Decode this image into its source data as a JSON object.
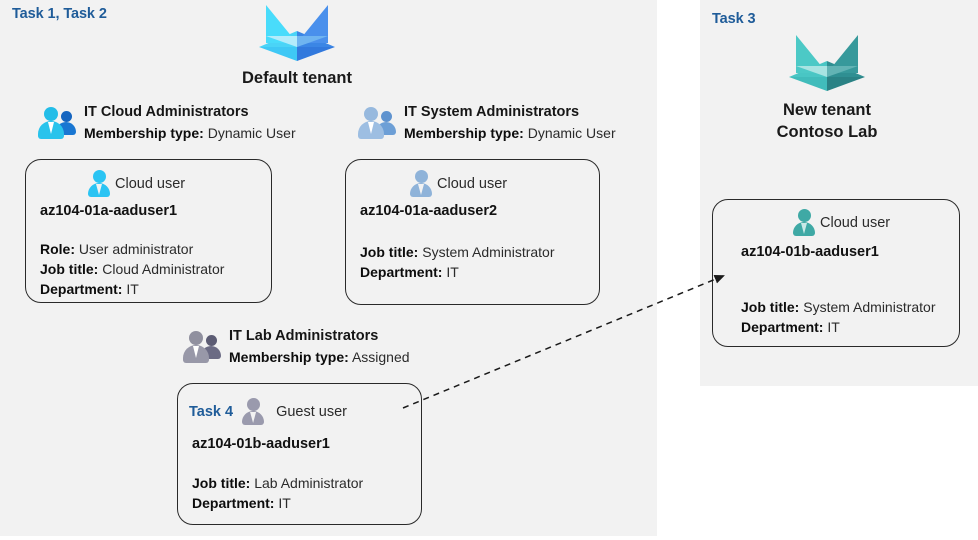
{
  "diagram": {
    "title": "Azure AD tenants, groups and users lab diagram",
    "colors": {
      "panel_bg": "#f2f2f2",
      "task_label": "#1f5c99",
      "card_border": "#2a2a2a",
      "tenant_blue": "#35c1f1",
      "tenant_teal": "#3fb6b0",
      "group_cyan": "#29b6e8",
      "group_steel": "#8fb3dd",
      "group_gray": "#8e8ea3",
      "user_cyan": "#2bc4f3",
      "user_steel": "#8fb3d9",
      "user_teal": "#3fa9a5",
      "user_gray": "#9a9aad"
    }
  },
  "left_panel": {
    "task_label": "Task 1, Task 2",
    "tenant": {
      "title": "Default tenant",
      "icon": "azure-ad-tenant-icon"
    },
    "groups": [
      {
        "icon": "group-users-icon",
        "name": "IT Cloud Administrators",
        "meta_label": "Membership type:",
        "meta_value": "Dynamic User"
      },
      {
        "icon": "group-users-icon",
        "name": "IT System Administrators",
        "meta_label": "Membership type:",
        "meta_value": "Dynamic User"
      },
      {
        "icon": "group-users-icon",
        "name": "IT Lab Administrators",
        "meta_label": "Membership type:",
        "meta_value": "Assigned"
      }
    ],
    "cards": [
      {
        "task_tag": "",
        "icon": "cloud-user-icon",
        "user_type": "Cloud user",
        "username": "az104-01a-aaduser1",
        "attributes": [
          {
            "label": "Role:",
            "value": "User administrator"
          },
          {
            "label": "Job title:",
            "value": "Cloud Administrator"
          },
          {
            "label": "Department:",
            "value": "IT"
          }
        ]
      },
      {
        "task_tag": "",
        "icon": "cloud-user-icon",
        "user_type": "Cloud user",
        "username": "az104-01a-aaduser2",
        "attributes": [
          {
            "label": "Job title:",
            "value": "System Administrator"
          },
          {
            "label": "Department:",
            "value": "IT"
          }
        ]
      },
      {
        "task_tag": "Task 4",
        "icon": "guest-user-icon",
        "user_type": "Guest user",
        "username": "az104-01b-aaduser1",
        "attributes": [
          {
            "label": "Job title:",
            "value": "Lab Administrator"
          },
          {
            "label": "Department:",
            "value": "IT"
          }
        ]
      }
    ]
  },
  "right_panel": {
    "task_label": "Task 3",
    "tenant": {
      "title_line1": "New  tenant",
      "title_line2": "Contoso Lab",
      "icon": "azure-ad-tenant-icon"
    },
    "card": {
      "icon": "cloud-user-icon",
      "user_type": "Cloud user",
      "username": "az104-01b-aaduser1",
      "attributes": [
        {
          "label": "Job title:",
          "value": "System Administrator"
        },
        {
          "label": "Department:",
          "value": "IT"
        }
      ]
    }
  },
  "connector": {
    "name": "guest-user-to-new-tenant-arrow",
    "style": "dashed-arrow"
  }
}
